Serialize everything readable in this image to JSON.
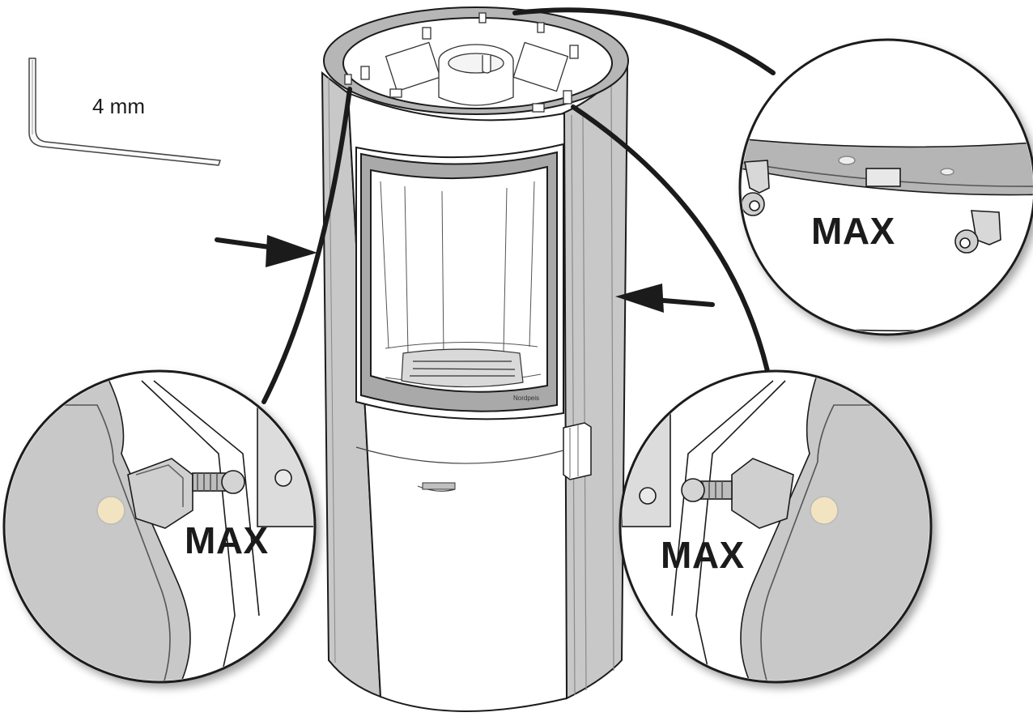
{
  "tool": {
    "label": "4 mm",
    "icon": "allen-key-icon"
  },
  "callouts": {
    "top_right": {
      "label": "MAX"
    },
    "bottom_left": {
      "label": "MAX"
    },
    "bottom_right": {
      "label": "MAX"
    }
  },
  "stove": {
    "brand": "Nordpeis"
  },
  "colors": {
    "line": "#1b1b1b",
    "panel": "#c8c8c8",
    "panel_dark": "#b9b9b9",
    "bezel": "#a9a9a9",
    "body": "#ffffff",
    "pad": "#f2e4c0"
  }
}
